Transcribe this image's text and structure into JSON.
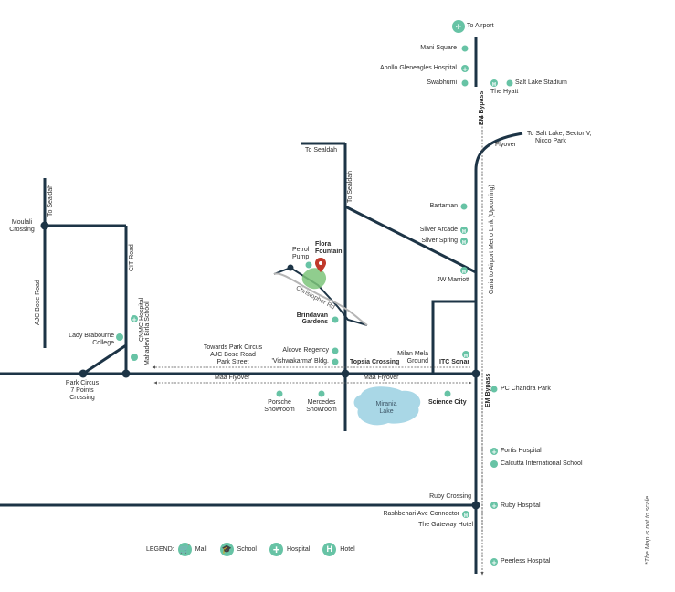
{
  "labels": {
    "to_airport": "To Airport",
    "mani_square": "Mani Square",
    "apollo": "Apollo Gleneagles Hospital",
    "swabhumi": "Swabhumi",
    "salt_lake_stadium": "Salt Lake Stadium",
    "the_hyatt": "The Hyatt",
    "em_bypass_top": "EM Bypass",
    "to_salt_lake": "To Salt Lake, Sector V,",
    "nicco_park": "Nicco Park",
    "flyover": "Flyover",
    "to_sealdah_top": "To Sealdah",
    "to_sealdah_vert": "To Sealdah",
    "to_sealdah_left": "To Sealdah",
    "bartaman": "Bartaman",
    "silver_arcade": "Silver Arcade",
    "silver_spring": "Silver Spring",
    "jw_marriott": "JW Marriott",
    "metro_link": "Garia to Airport Metro Link (Upcoming)",
    "moulali_1": "Moulali",
    "moulali_2": "Crossing",
    "ajc_bose_road": "AJC Bose Road",
    "cit_road": "CIT Road",
    "cnmc_hospital": "CNMC Hospital",
    "mahadevi_birla": "Mahadevi Birla School",
    "lady_brabourne_1": "Lady Brabourne",
    "lady_brabourne_2": "College",
    "petrol_1": "Petrol",
    "petrol_2": "Pump",
    "flora_1": "Flora",
    "flora_2": "Fountain",
    "christopher_rd": "Christopher Rd",
    "brindavan_1": "Brindavan",
    "brindavan_2": "Gardens",
    "towards_1": "Towards Park Circus",
    "towards_2": "AJC Bose Road",
    "towards_3": "Park Street",
    "alcove": "Alcove Regency",
    "vishwakarma": "'Vishwakarma' Bldg.",
    "topsia": "Topsia Crossing",
    "milan_1": "Milan Mela",
    "milan_2": "Ground",
    "itc_sonar": "ITC Sonar",
    "maa_flyover_1": "Maa Flyover",
    "maa_flyover_2": "Maa Flyover",
    "park_circus_1": "Park Circus",
    "park_circus_2": "7 Points",
    "park_circus_3": "Crossing",
    "porsche_1": "Porsche",
    "porsche_2": "Showroom",
    "mercedes_1": "Mercedes",
    "mercedes_2": "Showroom",
    "mirania_1": "Mirania",
    "mirania_2": "Lake",
    "science_city": "Science City",
    "pc_chandra": "PC Chandra Park",
    "em_bypass_mid": "EM Bypass",
    "fortis": "Fortis Hospital",
    "calcutta_intl": "Calcutta International School",
    "ruby_crossing": "Ruby Crossing",
    "ruby_hospital": "Ruby Hospital",
    "rashbehari": "Rashbehari Ave Connector",
    "gateway": "The Gateway Hotel",
    "peerless": "Peerless Hospital",
    "not_to_scale": "*The Map is not to scale"
  },
  "legend": {
    "title": "LEGEND:",
    "mall": "Mall",
    "school": "School",
    "hospital": "Hospital",
    "hotel": "Hotel"
  },
  "colors": {
    "road": "#1d3446",
    "poi": "#67c3a5",
    "lake": "#a9d7e6",
    "pin": "#c0392b",
    "park": "#7cc47a"
  }
}
